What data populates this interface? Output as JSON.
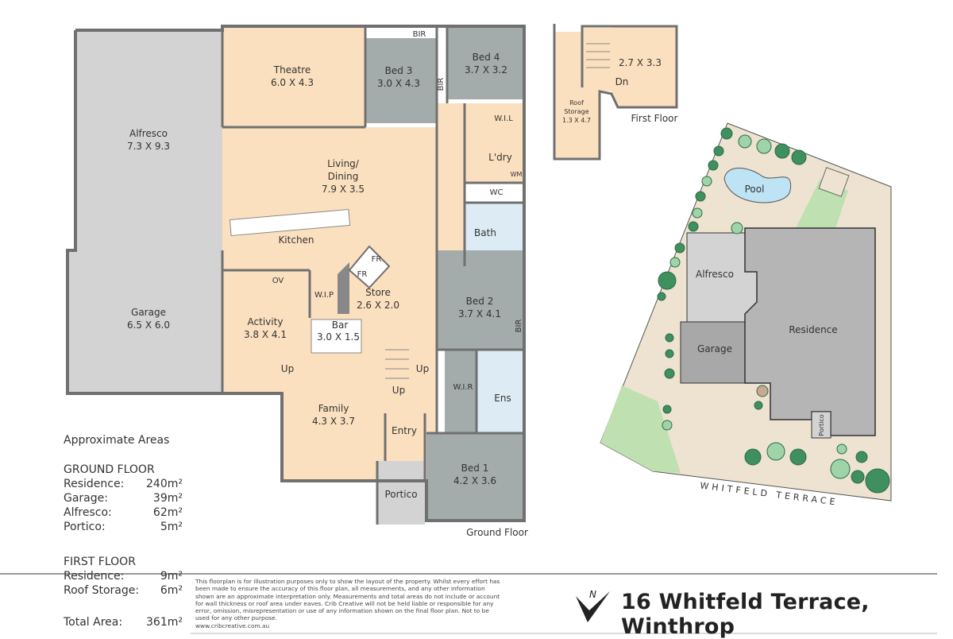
{
  "ground_floor": {
    "caption": "Ground Floor",
    "rooms": [
      {
        "name": "Alfresco",
        "dims": "7.3 X 9.3"
      },
      {
        "name": "Garage",
        "dims": "6.5 X 6.0"
      },
      {
        "name": "Theatre",
        "dims": "6.0 X 4.3"
      },
      {
        "name": "Bed 3",
        "dims": "3.0 X 4.3"
      },
      {
        "name": "Bed 4",
        "dims": "3.7 X 3.2"
      },
      {
        "name": "Living/",
        "dims": "Dining"
      },
      {
        "name": "7.9 X 3.5",
        "dims": ""
      },
      {
        "name": "Kitchen",
        "dims": ""
      },
      {
        "name": "Activity",
        "dims": "3.8 X 4.1"
      },
      {
        "name": "Store",
        "dims": "2.6 X 2.0"
      },
      {
        "name": "Bar",
        "dims": "3.0 X 1.5"
      },
      {
        "name": "Bed 2",
        "dims": "3.7 X 4.1"
      },
      {
        "name": "Family",
        "dims": "4.3 X 3.7"
      },
      {
        "name": "Bed 1",
        "dims": "4.2 X 3.6"
      }
    ],
    "small_labels": {
      "bir_top": "BIR",
      "bir_bed3": "BIR",
      "bir_bed2": "BIR",
      "wil": "W.I.L",
      "laundry": "L'dry",
      "wm": "WM",
      "wc": "WC",
      "bath": "Bath",
      "ov": "OV",
      "wip": "W.I.P",
      "fr1": "FR",
      "fr2": "FR",
      "up1": "Up",
      "up2": "Up",
      "up3": "Up",
      "wir": "W.I.R",
      "ens": "Ens",
      "entry": "Entry",
      "portico": "Portico"
    }
  },
  "first_floor": {
    "caption": "First Floor",
    "room_dims": "2.7 X 3.3",
    "dn": "Dn",
    "roof_storage": [
      "Roof",
      "Storage",
      "1.3 X 4.7"
    ]
  },
  "site_plan": {
    "pool": "Pool",
    "alfresco": "Alfresco",
    "garage": "Garage",
    "residence": "Residence",
    "portico": "Portico",
    "street": "WHITFELD TERRACE"
  },
  "areas": {
    "heading": "Approximate Areas",
    "ground_heading": "GROUND FLOOR",
    "ground": [
      {
        "label": "Residence:",
        "value": "240m²"
      },
      {
        "label": "Garage:",
        "value": "39m²"
      },
      {
        "label": "Alfresco:",
        "value": "62m²"
      },
      {
        "label": "Portico:",
        "value": "5m²"
      }
    ],
    "first_heading": "FIRST FLOOR",
    "first": [
      {
        "label": "Residence:",
        "value": "9m²"
      },
      {
        "label": "Roof Storage:",
        "value": "6m²"
      }
    ],
    "total": {
      "label": "Total Area:",
      "value": "361m²"
    }
  },
  "disclaimer": "This floorplan is for illustration purposes only to show the layout of the property. Whilst every effort has been made to ensure the accuracy of this floor plan, all measurements, and any other information shown are an approximate interpretation only. Measurements and total areas do not include or account for wall thickness or roof area under eaves. Crib Creative will not be held liable or responsible for any error, omission, misrepresentation or use of any information shown on the final floor plan. Not to be used for any other purpose.",
  "website": "www.cribcreative.com.au",
  "north": "N",
  "address": "16 Whitfeld Terrace, Winthrop",
  "colors": {
    "room": "#fbe0bf",
    "bedroom": "#a3abab",
    "outdoor": "#d3d3d3",
    "lawn": "#bfe0b0",
    "pool": "#bde3f5",
    "site": "#ede3d0"
  }
}
